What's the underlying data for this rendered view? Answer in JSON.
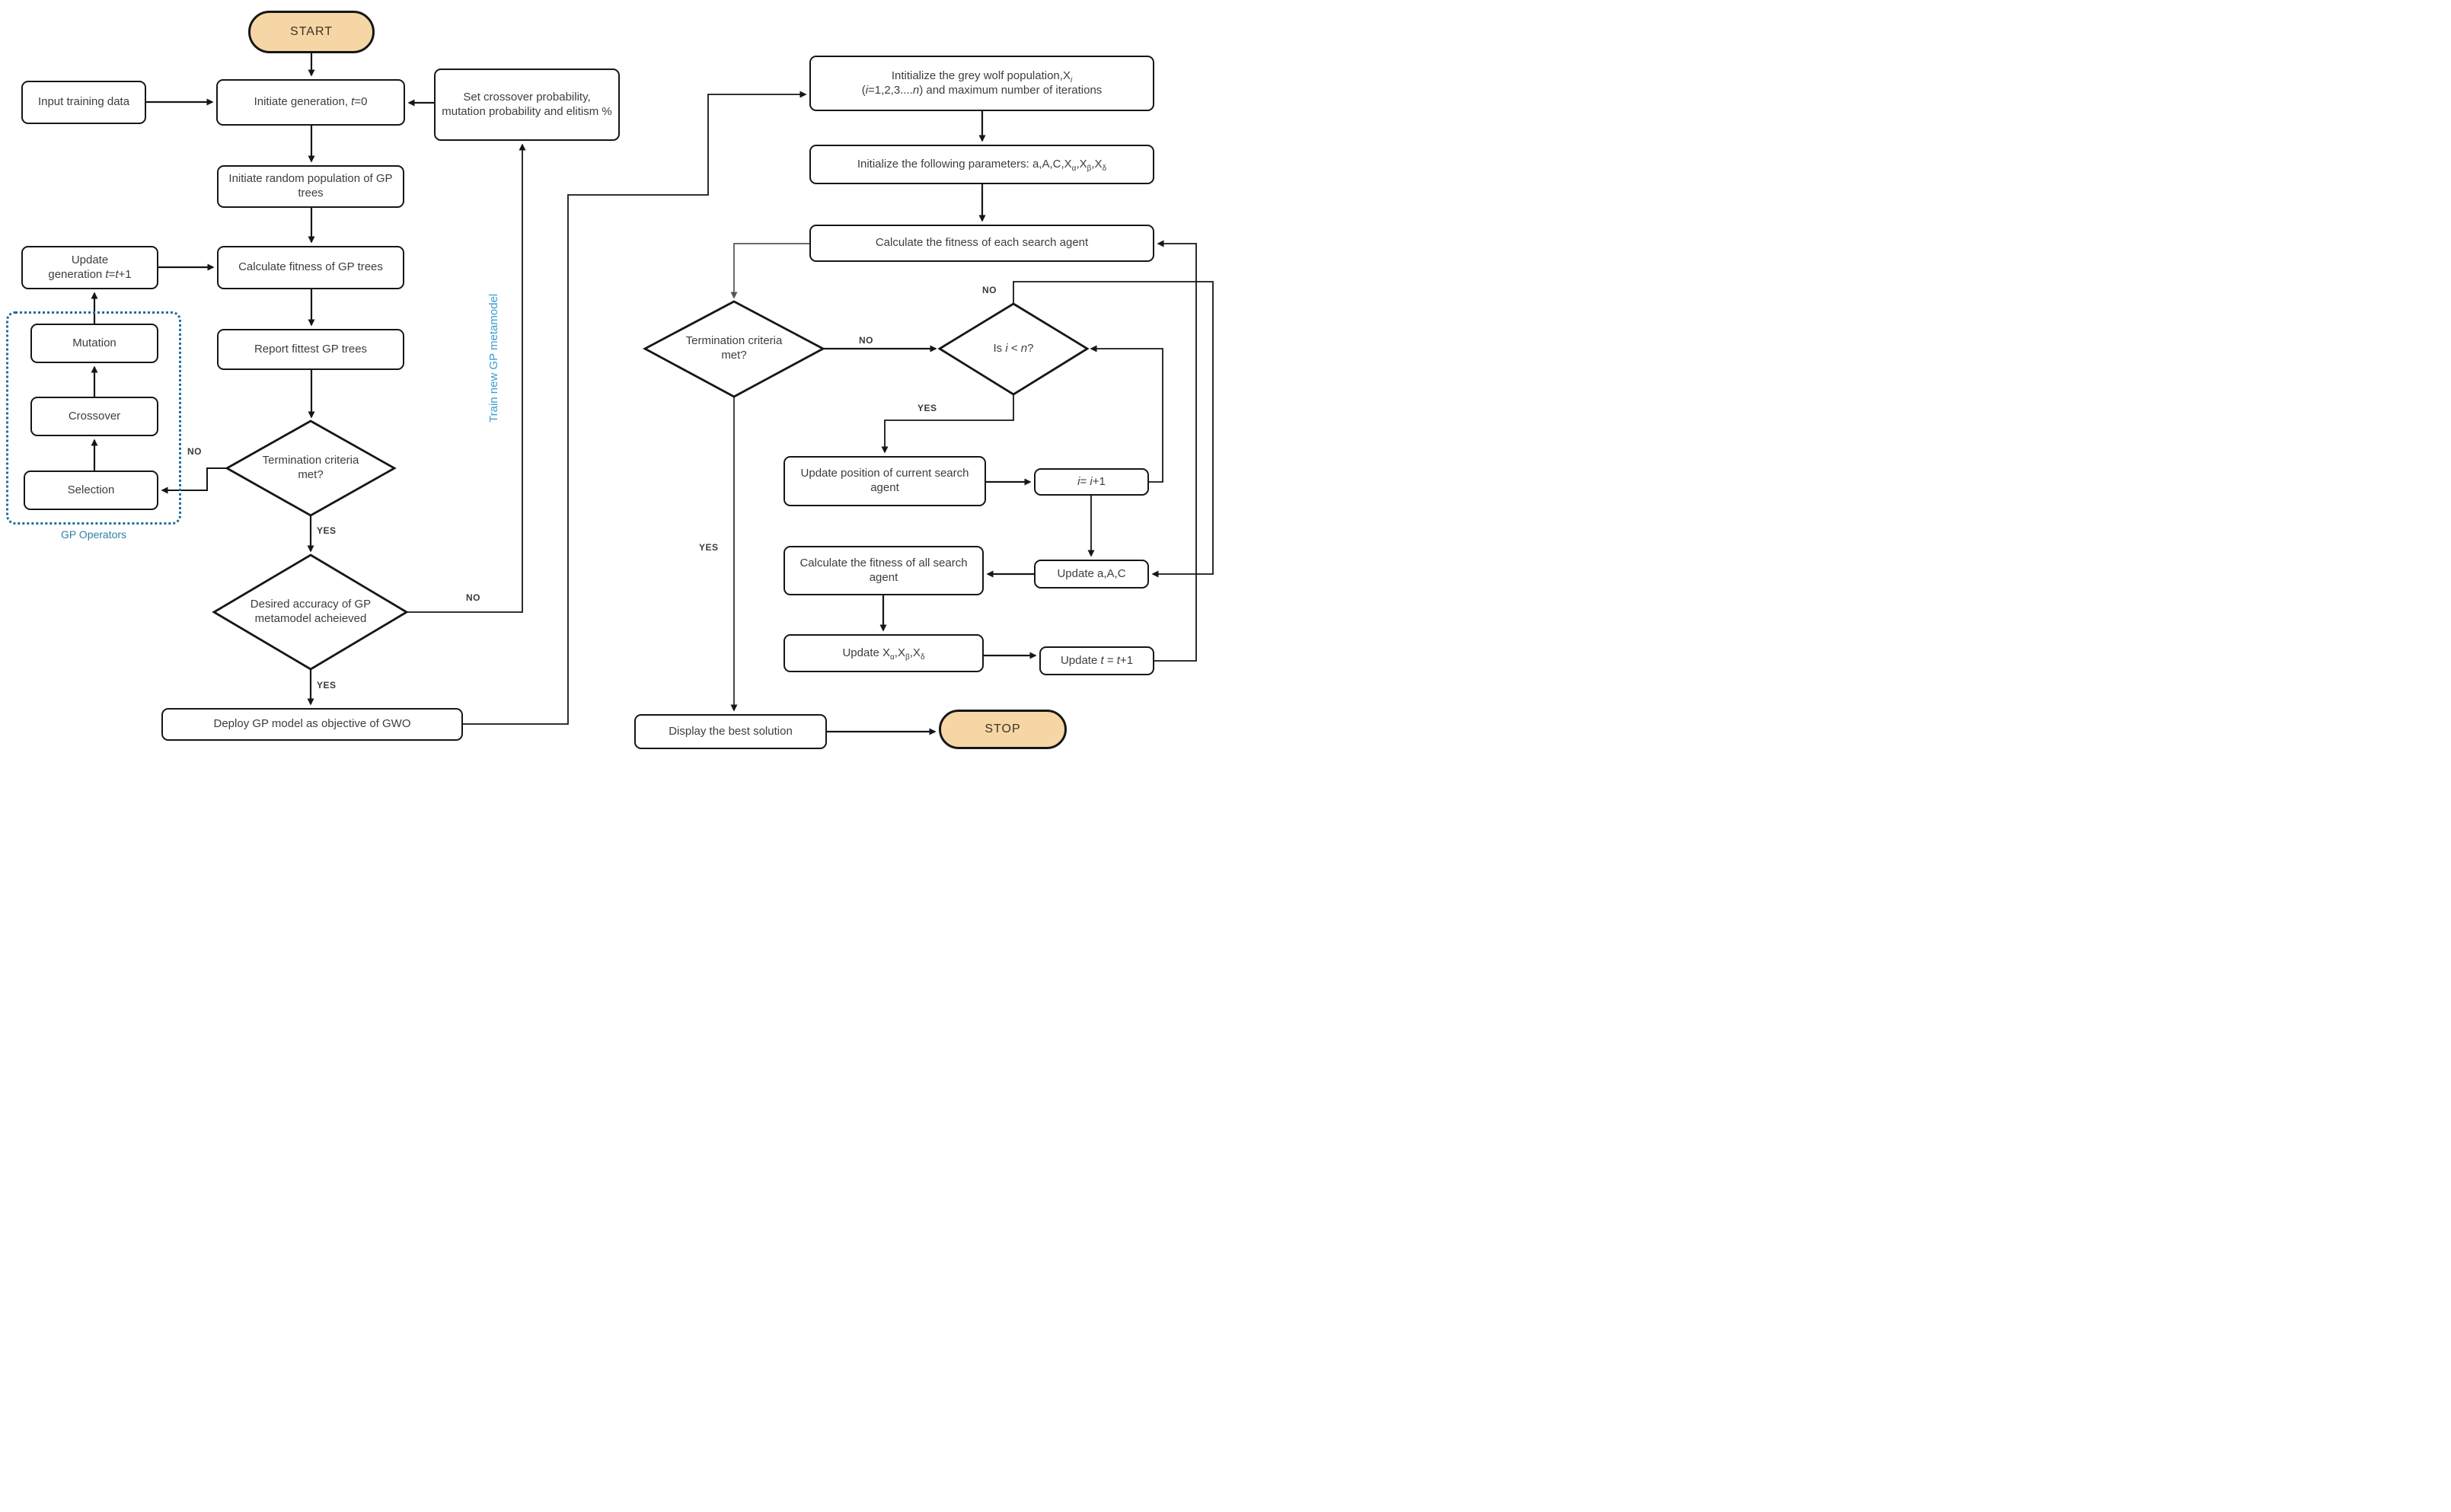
{
  "palette": {
    "terminal_fill": "#F6D6A4",
    "line_color": "#161616",
    "grey_line_color": "#666666",
    "gp_operators_blue": "#2e7fa8",
    "train_label_blue": "#3d9bd1"
  },
  "left": {
    "start": "START",
    "input_training": "Input training data",
    "initiate_generation": {
      "parts": [
        "Initiate generation, ",
        "t",
        "=0"
      ]
    },
    "set_crossover": "Set crossover probability, mutation probability and elitism %",
    "initiate_random": "Initiate random population of GP trees",
    "update_generation": {
      "line1": "Update",
      "parts": [
        "generation ",
        "t",
        "=",
        "t",
        "+1"
      ]
    },
    "calc_fitness_gp": "Calculate fitness of GP trees",
    "report_fittest": "Report fittest GP trees",
    "gp_operators_label": "GP Operators",
    "mutation": "Mutation",
    "crossover": "Crossover",
    "selection": "Selection",
    "term_diamond": "Termination criteria met?",
    "desired_diamond": "Desired accuracy of GP metamodel acheieved",
    "deploy": "Deploy GP model as objective of GWO",
    "train_label": "Train new GP metamodel",
    "labels": {
      "no_term": "NO",
      "yes_term": "YES",
      "no_desired": "NO",
      "yes_desired": "YES"
    }
  },
  "right": {
    "greywolf": {
      "line1_prefix": "Intitialize the grey wolf population,X",
      "line1_sub": "i",
      "line2_parts": [
        "(",
        "i",
        "=1,2,3....",
        "n",
        ") and maximum number of iterations"
      ]
    },
    "init_params": {
      "prefix": "Initialize the following parameters: a,A,C,X",
      "sub1": "α",
      "mid1": ",X",
      "sub2": "β",
      "mid2": ",X",
      "sub3": "δ"
    },
    "calc_each": "Calculate the fitness of each search agent",
    "term_diamond": "Termination criteria met?",
    "is_diamond": {
      "parts": [
        "Is ",
        "i",
        " < ",
        "n",
        "?"
      ]
    },
    "update_pos": "Update position of current search agent",
    "i_plus": {
      "parts": [
        "i",
        "= ",
        "i",
        "+1"
      ]
    },
    "calc_all": "Calculate the fitness of all search agent",
    "update_aac": "Update a,A,C",
    "update_x": {
      "prefix": "Update X",
      "sub1": "α",
      "mid1": ",X",
      "sub2": "β",
      "mid2": ",X",
      "sub3": "δ"
    },
    "update_t": {
      "parts": [
        "Update ",
        "t",
        " = ",
        "t",
        "+1"
      ]
    },
    "display": "Display the best solution",
    "stop": "STOP",
    "labels": {
      "no_term": "NO",
      "yes_term": "YES",
      "no_is": "NO",
      "yes_is": "YES"
    }
  }
}
